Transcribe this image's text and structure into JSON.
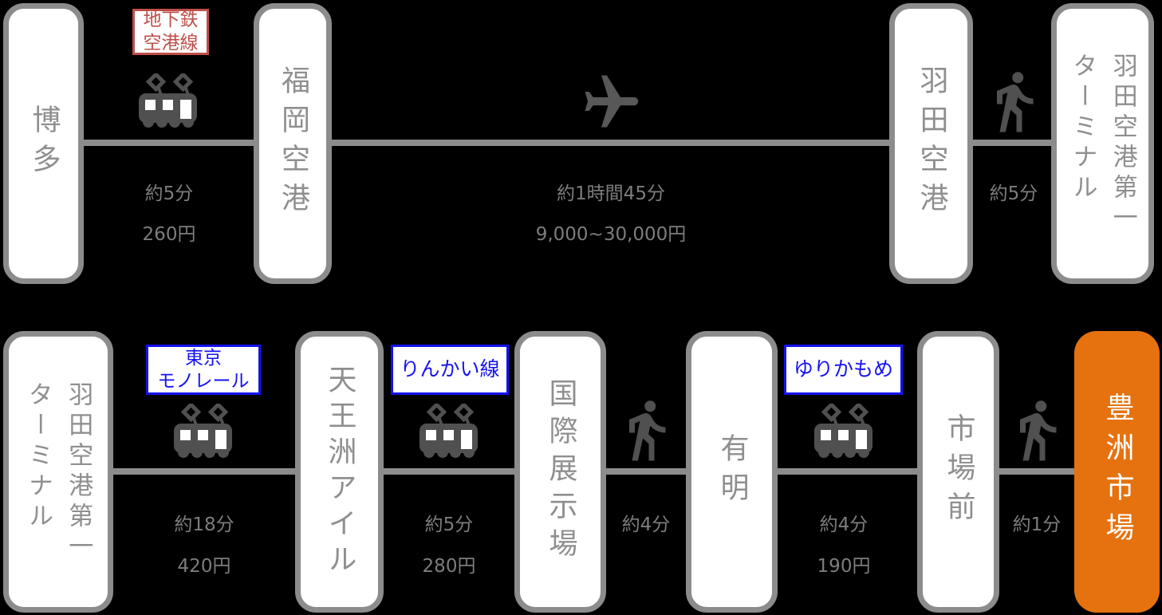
{
  "colors": {
    "background": "#000000",
    "box_border": "#8c8c8c",
    "station_text": "#8f8f8f",
    "connector_line": "#8c8c8c",
    "icon_gray": "#505050",
    "detail_text": "#7d7d7d",
    "subway_label_red": "#bf4f4a",
    "rail_label_blue": "#1512f0",
    "destination_bg": "#e5720e",
    "destination_text": "#ffffff"
  },
  "rows": [
    {
      "stations": [
        {
          "name": "博多"
        },
        {
          "name": "福岡空港"
        },
        {
          "name": "羽田空港"
        },
        {
          "name": "羽田空港第一ターミナル",
          "line1": "羽田空港第一",
          "line2": "ターミナル"
        }
      ],
      "segments": [
        {
          "icon": "train-icon",
          "label_line1": "地下鉄",
          "label_line2": "空港線",
          "label_style": "red",
          "time": "約5分",
          "fare": "260円"
        },
        {
          "icon": "airplane-icon",
          "time": "約1時間45分",
          "fare": "9,000~30,000円"
        },
        {
          "icon": "walk-icon",
          "time": "約5分"
        }
      ]
    },
    {
      "stations": [
        {
          "name": "羽田空港第一ターミナル",
          "line1": "羽田空港第一",
          "line2": "ターミナル"
        },
        {
          "name": "天王洲アイル"
        },
        {
          "name": "国際展示場"
        },
        {
          "name": "有明"
        },
        {
          "name": "市場前"
        },
        {
          "name": "豊洲市場",
          "destination": true
        }
      ],
      "segments": [
        {
          "icon": "train-icon",
          "label_line1": "東京",
          "label_line2": "モノレール",
          "label_style": "blue",
          "time": "約18分",
          "fare": "420円"
        },
        {
          "icon": "train-icon",
          "label": "りんかい線",
          "label_style": "blue",
          "time": "約5分",
          "fare": "280円"
        },
        {
          "icon": "walk-icon",
          "time": "約4分"
        },
        {
          "icon": "train-icon",
          "label": "ゆりかもめ",
          "label_style": "blue",
          "time": "約4分",
          "fare": "190円"
        },
        {
          "icon": "walk-icon",
          "time": "約1分"
        }
      ]
    }
  ]
}
